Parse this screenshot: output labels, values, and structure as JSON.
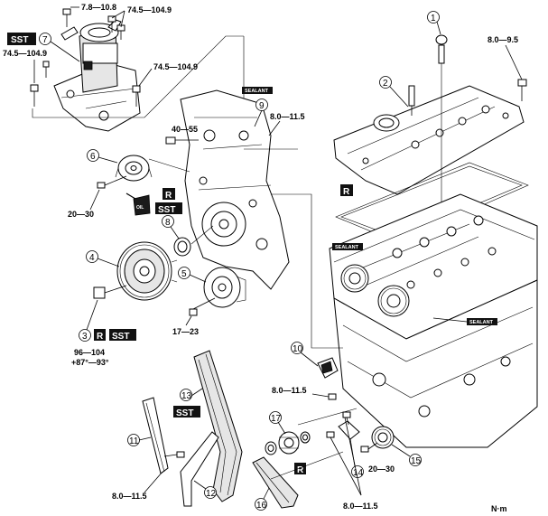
{
  "torques": {
    "t_7_8": "7.8—10.8",
    "t_74_top": "74.5—104.9",
    "t_74_left": "74.5—104.9",
    "t_74_right": "74.5—104.9",
    "t_40_55": "40—55",
    "t_8_115_cover": "8.0—11.5",
    "t_8_95": "8.0—9.5",
    "t_20_30_left": "20—30",
    "t_17_23": "17—23",
    "t_96_104": "96—104",
    "t_angle": "+87°—93°",
    "t_8_115_mid": "8.0—11.5",
    "t_20_30_right": "20—30",
    "t_8_115_guide": "8.0—11.5",
    "t_8_115_bottom": "8.0—11.5"
  },
  "callouts": [
    "1",
    "2",
    "3",
    "4",
    "5",
    "6",
    "7",
    "8",
    "9",
    "10",
    "11",
    "12",
    "13",
    "14",
    "15",
    "16",
    "17"
  ],
  "badges": {
    "sst": "SST",
    "r": "R",
    "sealant": "SEALANT",
    "oil": "OIL"
  },
  "unit": "N·m"
}
